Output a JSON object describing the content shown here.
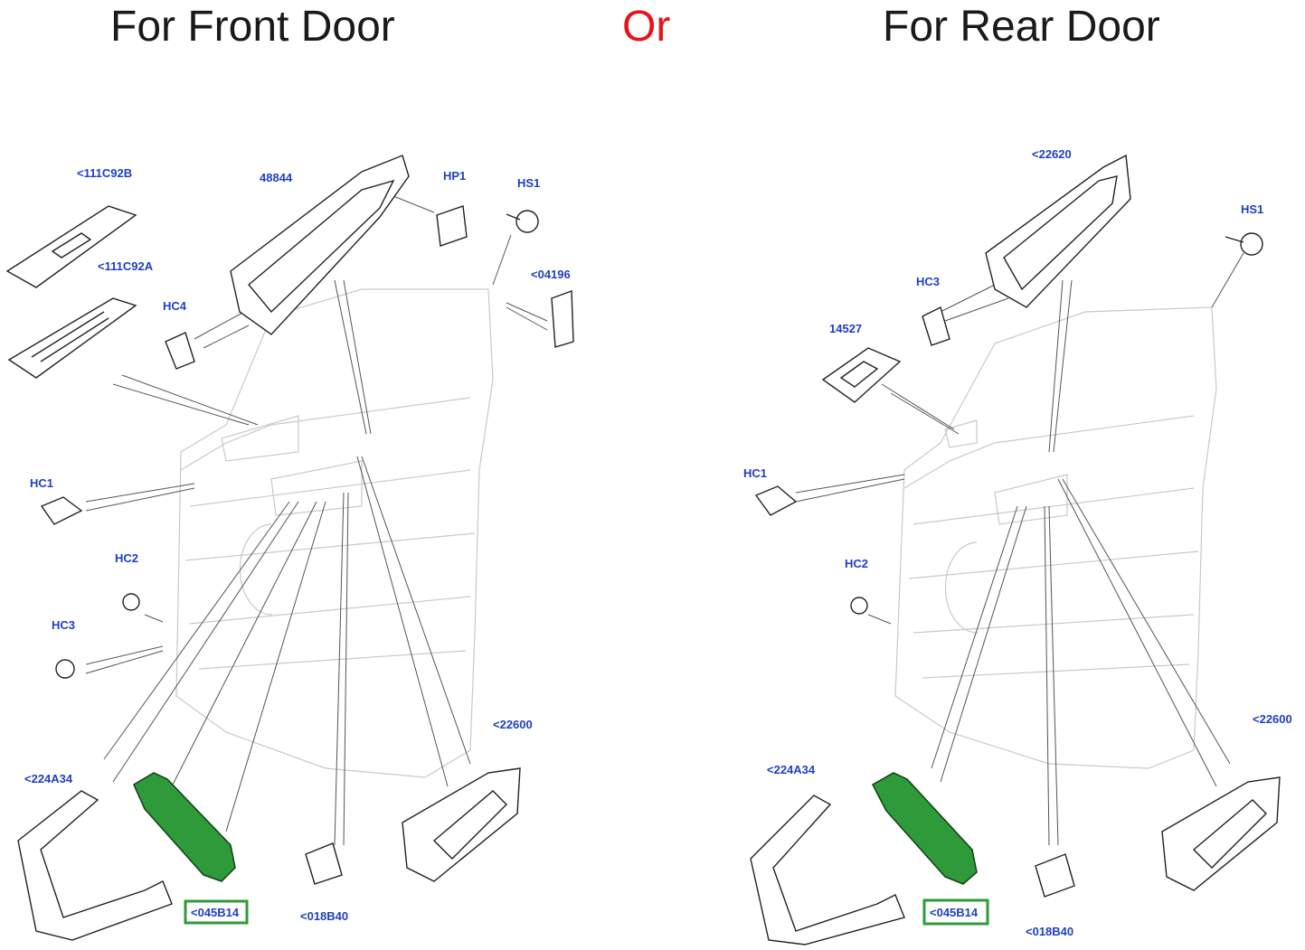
{
  "headings": {
    "front": "For Front Door",
    "or": "Or",
    "rear": "For Rear Door"
  },
  "front_labels": {
    "l111c92b": "<111C92B",
    "l111c92a": "<111C92A",
    "l48844": "48844",
    "hp1": "HP1",
    "hs1": "HS1",
    "l04196": "<04196",
    "hc4": "HC4",
    "hc1": "HC1",
    "hc2": "HC2",
    "hc3": "HC3",
    "l22600": "<22600",
    "l224a34": "<224A34",
    "l045b14": "<045B14",
    "l018b40": "<018B40"
  },
  "rear_labels": {
    "l22620": "<22620",
    "hs1": "HS1",
    "hc3": "HC3",
    "l14527": "14527",
    "hc1": "HC1",
    "hc2": "HC2",
    "l22600": "<22600",
    "l224a34": "<224A34",
    "l045b14": "<045B14",
    "l018b40": "<018B40"
  },
  "colors": {
    "or_text": "#e8141a",
    "label_text": "#1f3fc4",
    "highlight_part": "#2f9a3a"
  }
}
